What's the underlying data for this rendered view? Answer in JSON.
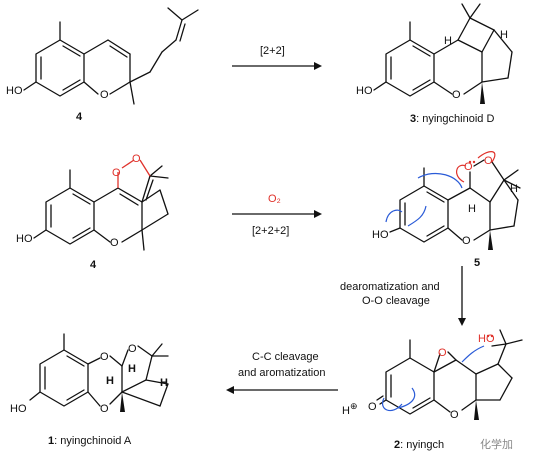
{
  "compounds": {
    "c4a": {
      "num": "4",
      "suffix": ""
    },
    "c3": {
      "num": "3",
      "suffix": ": nyingchinoid D"
    },
    "c4b": {
      "num": "4",
      "suffix": ""
    },
    "c5": {
      "num": "5",
      "suffix": ""
    },
    "c1": {
      "num": "1",
      "suffix": ": nyingchinoid A"
    },
    "c2": {
      "num": "2",
      "suffix": ": nyingch"
    }
  },
  "atoms": {
    "ho": "HO",
    "o": "O",
    "h": "H",
    "h_plus": "H",
    "plus": "⊕"
  },
  "arrows": {
    "a1": {
      "line1": "[2+2]",
      "line2": ""
    },
    "a2": {
      "line1": "O₂",
      "line2": "[2+2+2]"
    },
    "a3": {
      "line1": "dearomatization and",
      "line2": "O-O cleavage"
    },
    "a4": {
      "line1": "C-C cleavage",
      "line2": "and aromatization"
    }
  },
  "colors": {
    "oxygen_red": "#e0322b",
    "arrow_blue": "#2a5bd7"
  },
  "watermark": "化学加"
}
